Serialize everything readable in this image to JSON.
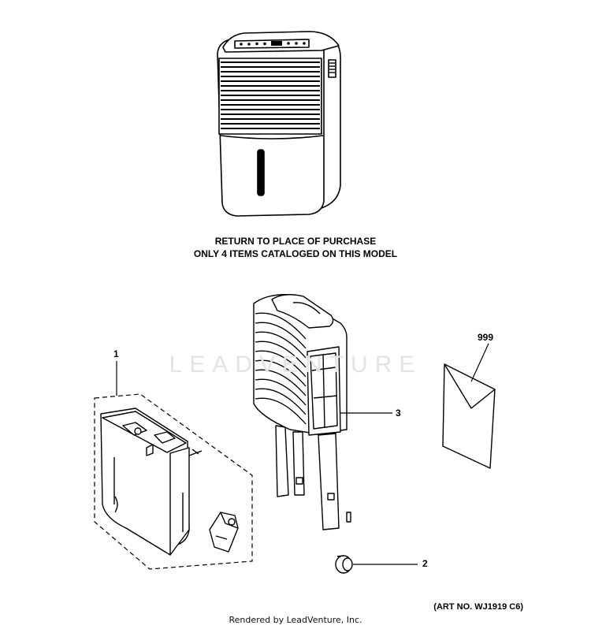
{
  "notice": {
    "line1": "RETURN TO PLACE OF PURCHASE",
    "line2": "ONLY 4 ITEMS CATALOGED ON THIS MODEL"
  },
  "callouts": {
    "item_1": "1",
    "item_2": "2",
    "item_3": "3",
    "item_999": "999"
  },
  "art_number": "(ART NO. WJ1919 C6)",
  "footer": "Rendered by LeadVenture, Inc.",
  "watermark": "LEADVENTURE",
  "colors": {
    "line": "#000000",
    "watermark": "#e4e4e4"
  }
}
